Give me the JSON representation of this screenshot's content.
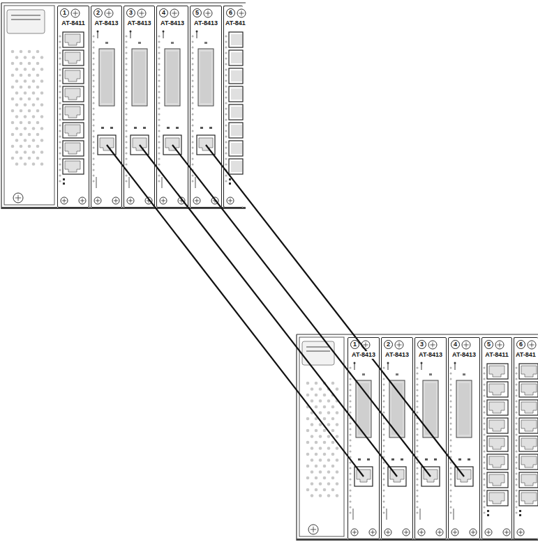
{
  "diagram": {
    "nodes": [
      {
        "text": [
          "1",
          "AT-8411"
        ]
      },
      {
        "text": [
          "2",
          "AT-8413"
        ]
      },
      {
        "text": [
          "3",
          "AT-8413"
        ]
      },
      {
        "text": [
          "4",
          "AT-8413"
        ]
      },
      {
        "text": [
          "5",
          "AT-8413"
        ]
      },
      {
        "text": [
          "6",
          "AT-841"
        ]
      },
      {
        "text": [
          "1",
          "AT-8413"
        ]
      },
      {
        "text": [
          "2",
          "AT-8413"
        ]
      },
      {
        "text": [
          "3",
          "AT-8413"
        ]
      },
      {
        "text": [
          "4",
          "AT-8413"
        ]
      },
      {
        "text": [
          "5",
          "AT-8411"
        ]
      },
      {
        "text": [
          "6",
          "AT-841"
        ]
      }
    ],
    "edges": [
      {
        "from": 1,
        "to": 6,
        "arrow": "none"
      },
      {
        "from": 2,
        "to": 7,
        "arrow": "none"
      },
      {
        "from": 3,
        "to": 8,
        "arrow": "none"
      },
      {
        "from": 4,
        "to": 9,
        "arrow": "none"
      }
    ]
  }
}
